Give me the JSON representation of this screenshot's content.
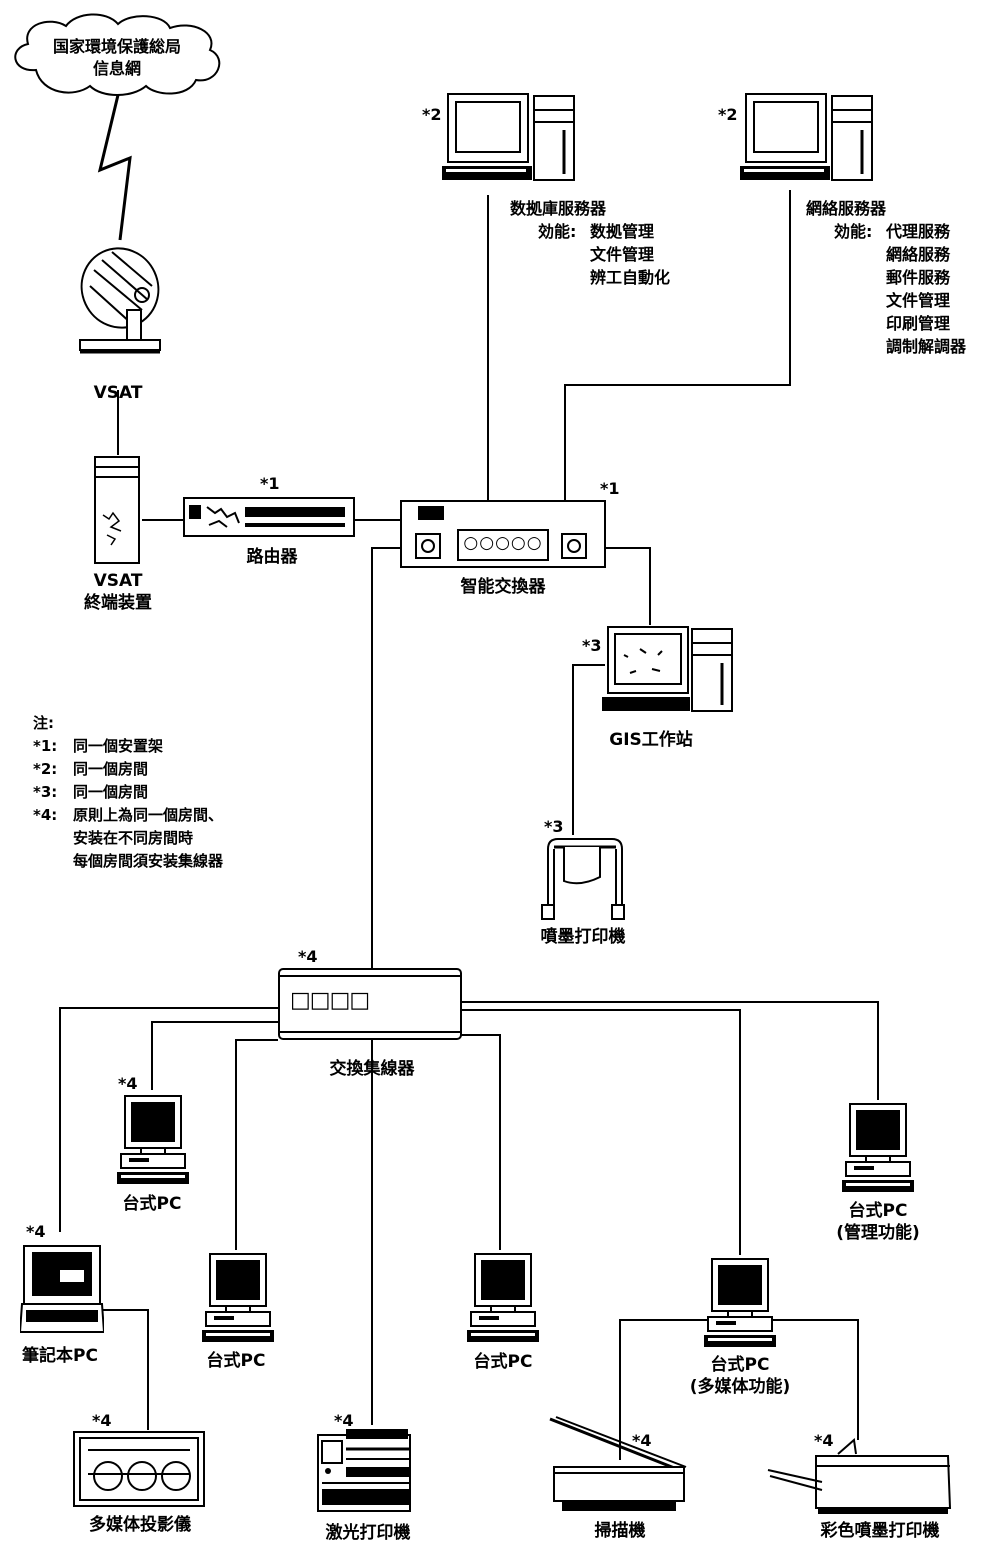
{
  "cloud": {
    "lines": [
      "国家環境保護総局",
      "信息網"
    ]
  },
  "vsat": {
    "label": "VSAT"
  },
  "vsat_terminal": {
    "label_line1": "VSAT",
    "label_line2": "終端装置"
  },
  "router": {
    "label": "路由器",
    "mark": "*1"
  },
  "switch": {
    "label": "智能交換器",
    "mark": "*1",
    "ports": "○○○○○"
  },
  "db_server": {
    "mark": "*2",
    "title": "数拠庫服務器",
    "func_key": "効能:",
    "funcs": [
      "数拠管理",
      "文件管理",
      "辨工自動化"
    ]
  },
  "net_server": {
    "mark": "*2",
    "title": "網絡服務器",
    "func_key": "効能:",
    "funcs": [
      "代理服務",
      "網絡服務",
      "郵件服務",
      "文件管理",
      "印刷管理",
      "調制解調器"
    ]
  },
  "gis": {
    "label": "GIS工作站",
    "mark": "*3"
  },
  "inkjet": {
    "label": "噴墨打印機",
    "mark": "*3"
  },
  "notes": {
    "title": "注:",
    "items": [
      {
        "key": "*1:",
        "text": "同一個安置架"
      },
      {
        "key": "*2:",
        "text": "同一個房間"
      },
      {
        "key": "*3:",
        "text": "同一個房間"
      },
      {
        "key": "*4:",
        "text": "原則上為同一個房間、"
      },
      {
        "key": "",
        "text": "安装在不同房間時"
      },
      {
        "key": "",
        "text": "每個房間須安装集線器"
      }
    ]
  },
  "hub": {
    "label": "交換集線器",
    "mark": "*4",
    "ports": "□□□□"
  },
  "pc1": {
    "label": "台式PC",
    "mark": "*4"
  },
  "notebook": {
    "label": "筆記本PC",
    "mark": "*4"
  },
  "pc2": {
    "label": "台式PC"
  },
  "pc3": {
    "label": "台式PC"
  },
  "pc_mm": {
    "label1": "台式PC",
    "label2": "(多媒体功能)"
  },
  "pc_mgmt": {
    "label1": "台式PC",
    "label2": "(管理功能)"
  },
  "projector": {
    "label": "多媒体投影儀",
    "mark": "*4"
  },
  "laser": {
    "label": "激光打印機",
    "mark": "*4"
  },
  "scanner": {
    "label": "掃描機",
    "mark": "*4"
  },
  "color_inkjet": {
    "label": "彩色噴墨打印機",
    "mark": "*4"
  }
}
